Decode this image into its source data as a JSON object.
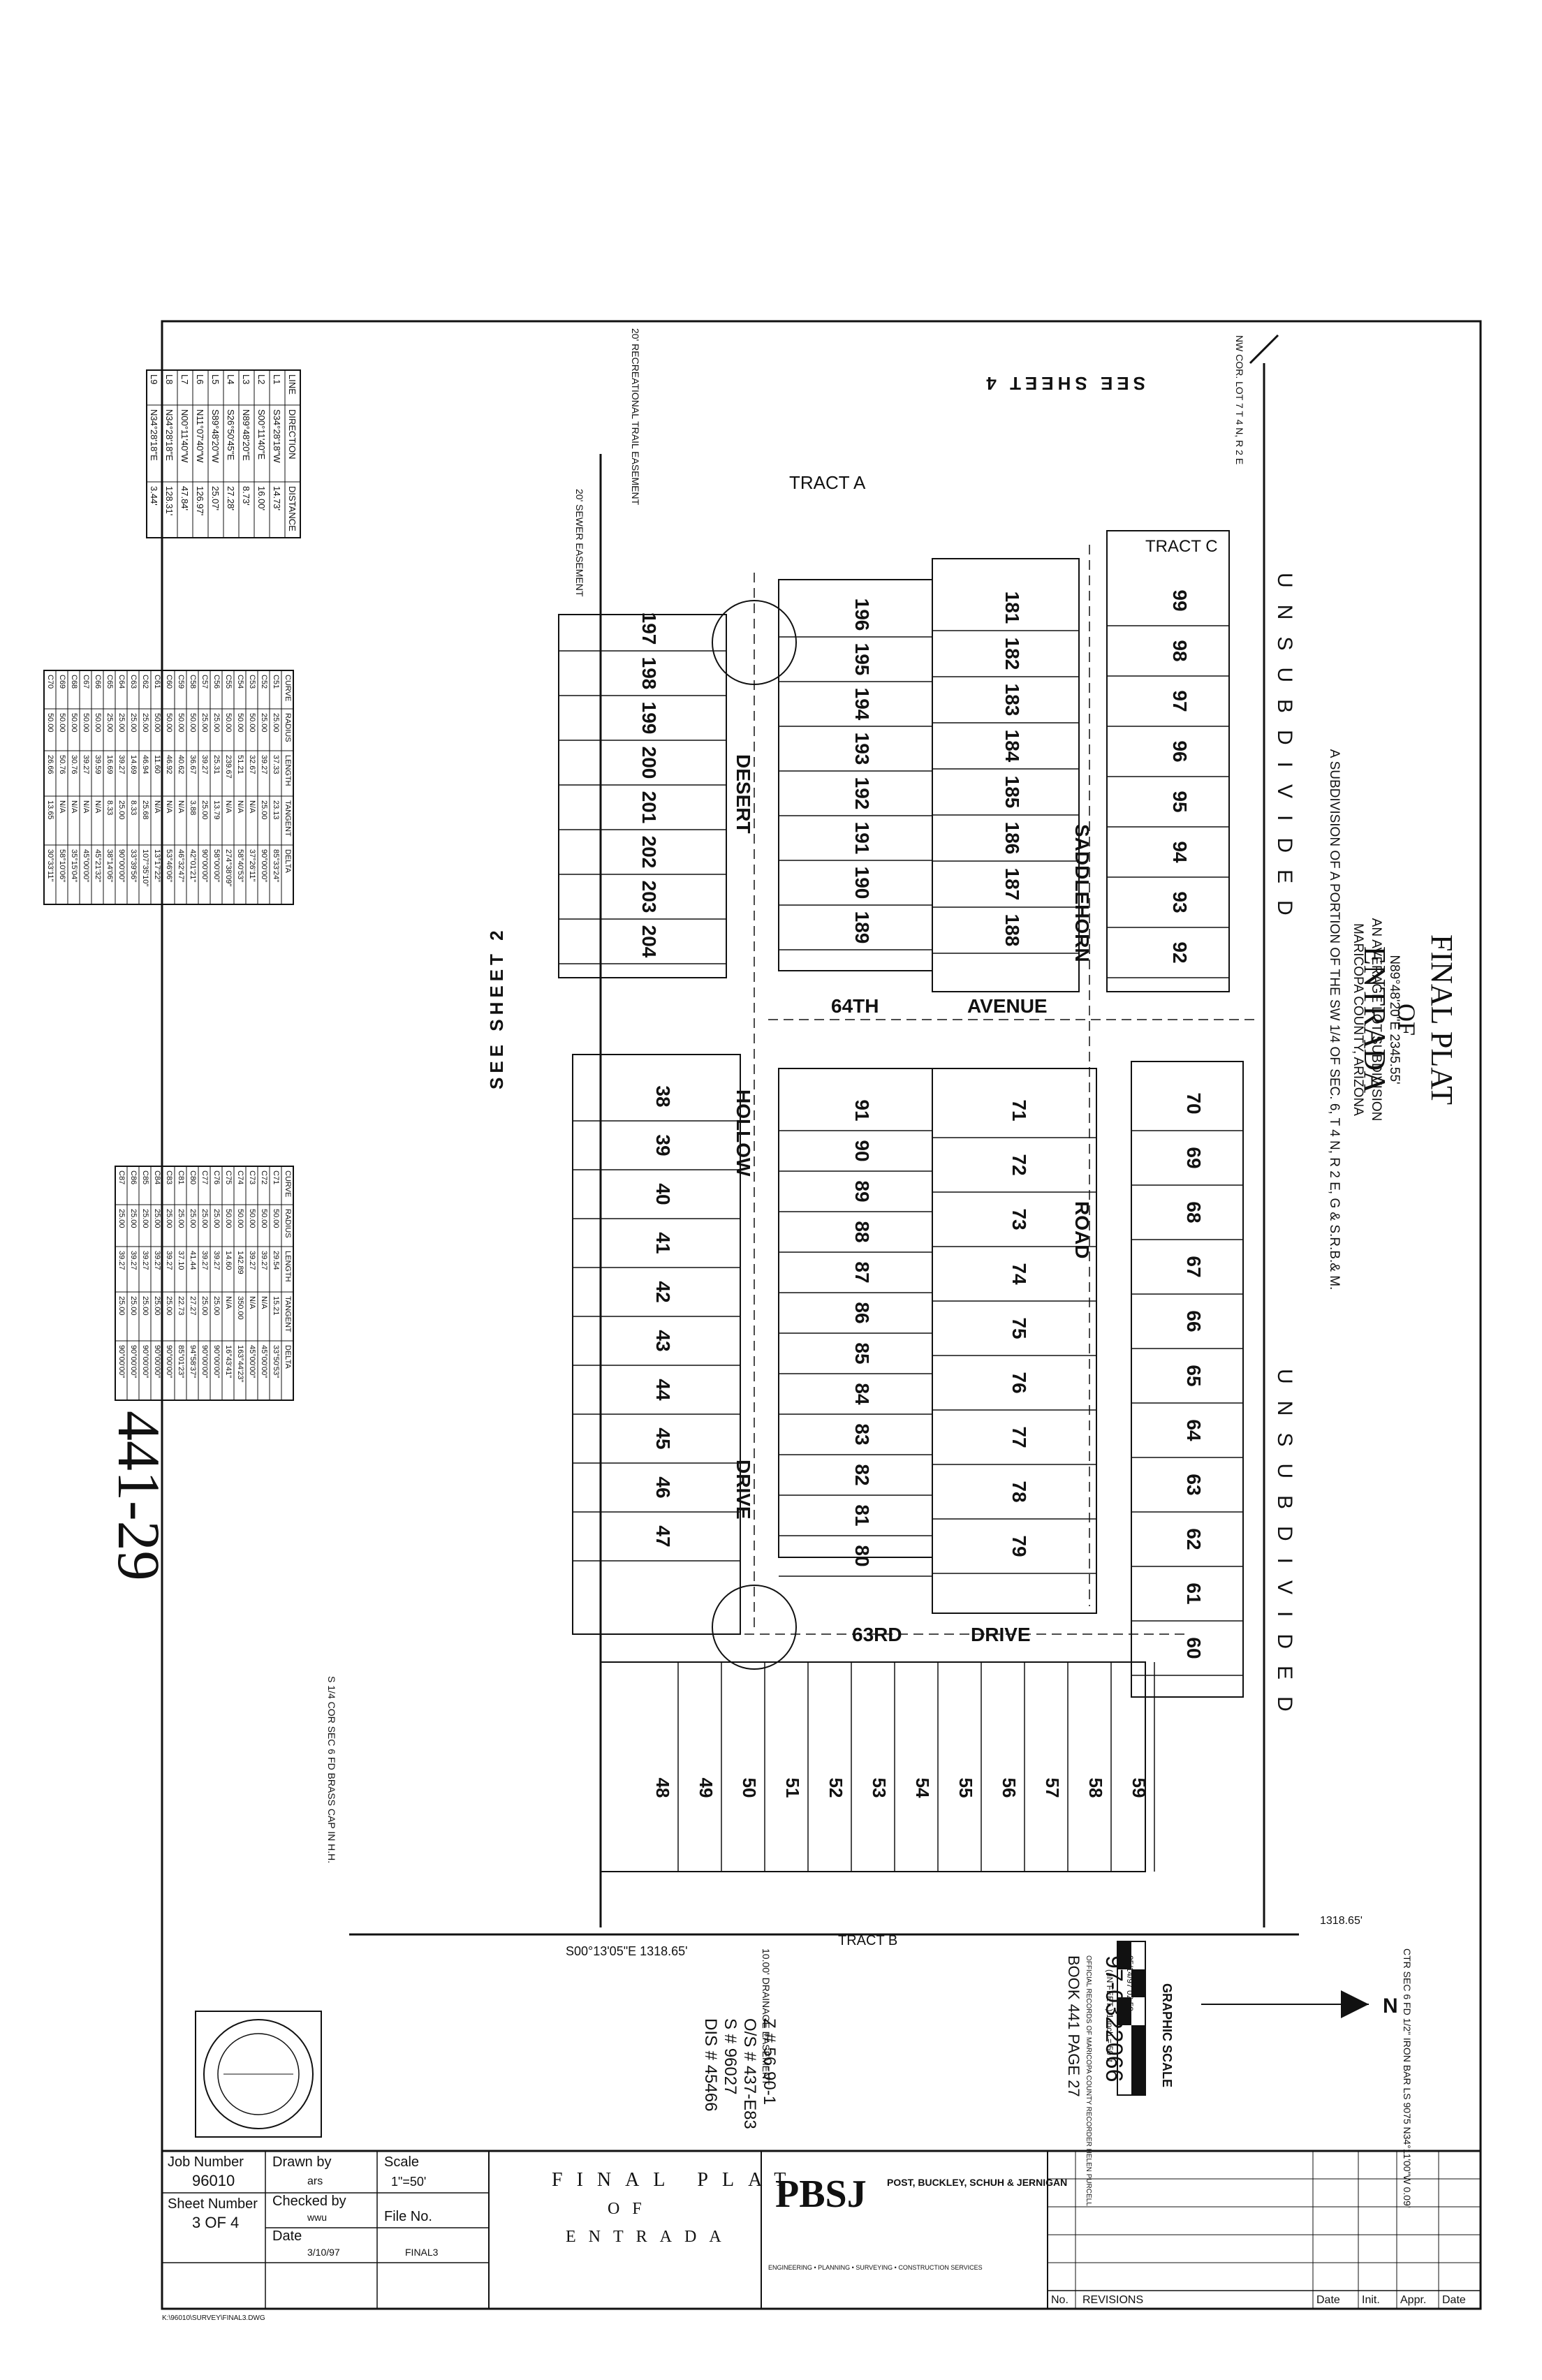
{
  "sheet": {
    "title_line1": "FINAL PLAT",
    "title_line2": "OF",
    "title_line3": "ENTRADA",
    "subtitle_1": "A SUBDIVISION OF A PORTION OF THE SW 1/4 OF SEC. 6, T 4 N, R 2 E, G & S.R.B.& M.",
    "subtitle_2": "MARICOPA COUNTY, ARIZONA",
    "subtitle_3": "AN AVERAGE LOT SUBDIVISION",
    "baseline_label": "N89°48'20\"E 2345.55'",
    "handwritten_number": "441-29"
  },
  "streets": {
    "saddlehorn": "SADDLEHORN",
    "road": "ROAD",
    "avenue_64th": "64TH",
    "avenue": "AVENUE",
    "desert": "DESERT",
    "hollow": "HOLLOW",
    "drive_vertical": "DRIVE",
    "drive_63rd": "63RD",
    "drive": "DRIVE"
  },
  "labels": {
    "unsubdivided_top": "UNSUBDIVIDED",
    "unsubdivided_bottom": "UNSUBDIVIDED",
    "tract_a": "TRACT A",
    "tract_b": "TRACT B",
    "tract_c": "TRACT C",
    "see_sheet_4": "SEE SHEET 4",
    "see_sheet_2": "SEE SHEET 2",
    "nw_cor": "NW COR. LOT 7 T 4 N, R 2 E",
    "rec_trail": "20' RECREATIONAL TRAIL EASEMENT",
    "sewer_easement": "20' SEWER EASEMENT",
    "drainage_easement": "10.00' DRAINAGE EASEMENT",
    "ctr_sec": "CTR SEC 6 FD 1/2\" IRON BAR LS 9075 N34°11'00\"W 0.09'",
    "quarter_cor": "S 1/4 COR SEC 6 FD BRASS CAP IN H.H.",
    "bearing_west": "S00°13'05\"E 1318.65'",
    "dist_east": "1318.65'",
    "graphic_scale": "GRAPHIC SCALE",
    "scale_note": "( IN FEET ) 1 inch = 50 ft.",
    "north": "N"
  },
  "recording": {
    "book": "BOOK 441 PAGE 27",
    "office": "OFFICIAL RECORDS OF MARICOPA COUNTY RECORDER HELEN PURCELL",
    "number": "97-0322066",
    "date": "05/14/97 02:59"
  },
  "refs": {
    "dis": "DIS # 45466",
    "s": "S # 96027",
    "os": "O/S # 437-E83",
    "z": "Z # 56-90-1"
  },
  "title_block": {
    "job_number_label": "Job Number",
    "job_number": "96010",
    "drawn_by_label": "Drawn by",
    "drawn_by": "ars",
    "scale_label": "Scale",
    "scale": "1\"=50'",
    "checked_by_label": "Checked by",
    "checked_by": "wwu",
    "sheet_number_label": "Sheet Number",
    "sheet_number": "3 OF 4",
    "date_label": "Date",
    "date": "3/10/97",
    "file_no_label": "File No.",
    "file_no": "FINAL3",
    "center_title_1": "FINAL PLAT",
    "center_title_2": "OF",
    "center_title_3": "ENTRADA",
    "firm_logo": "PBSJ",
    "firm_name": "POST, BUCKLEY, SCHUH & JERNIGAN",
    "firm_services": "ENGINEERING • PLANNING • SURVEYING • CONSTRUCTION SERVICES",
    "rev_no": "No.",
    "revisions": "REVISIONS",
    "rev_date": "Date",
    "rev_init": "Init.",
    "rev_appr": "Appr.",
    "rev_date2": "Date",
    "file_path": "K:\\96010\\SURVEY\\FINAL3.DWG"
  },
  "line_table": {
    "headers": [
      "LINE",
      "DIRECTION",
      "DISTANCE"
    ],
    "rows": [
      [
        "L1",
        "S34°28'18\"W",
        "14.73'"
      ],
      [
        "L2",
        "S00°11'40\"E",
        "16.00'"
      ],
      [
        "L3",
        "N89°48'20\"E",
        "8.73'"
      ],
      [
        "L4",
        "S26°50'45\"E",
        "27.28'"
      ],
      [
        "L5",
        "S89°48'20\"W",
        "25.07'"
      ],
      [
        "L6",
        "N11°07'40\"W",
        "126.97'"
      ],
      [
        "L7",
        "N00°11'40\"W",
        "47.84'"
      ],
      [
        "L8",
        "N34°28'18\"E",
        "128.31'"
      ],
      [
        "L9",
        "N34°28'18\"E",
        "3.44'"
      ]
    ]
  },
  "curve_table_1": {
    "headers": [
      "CURVE",
      "RADIUS",
      "LENGTH",
      "TANGENT",
      "DELTA"
    ],
    "rows": [
      [
        "C51",
        "25.00",
        "37.33",
        "23.13",
        "85°33'24\""
      ],
      [
        "C52",
        "25.00",
        "39.27",
        "25.00",
        "90°00'00\""
      ],
      [
        "C53",
        "50.00",
        "32.67",
        "N/A",
        "37°26'11\""
      ],
      [
        "C54",
        "50.00",
        "51.21",
        "N/A",
        "58°40'53\""
      ],
      [
        "C55",
        "50.00",
        "239.67",
        "N/A",
        "274°38'09\""
      ],
      [
        "C56",
        "25.00",
        "25.31",
        "13.79",
        "58°00'00\""
      ],
      [
        "C57",
        "25.00",
        "39.27",
        "25.00",
        "90°00'00\""
      ],
      [
        "C58",
        "50.00",
        "36.67",
        "3.88",
        "42°01'21\""
      ],
      [
        "C59",
        "50.00",
        "40.62",
        "N/A",
        "46°32'47\""
      ],
      [
        "C60",
        "50.00",
        "46.92",
        "N/A",
        "53°46'06\""
      ],
      [
        "C61",
        "50.00",
        "11.60",
        "N/A",
        "13°17'22\""
      ],
      [
        "C62",
        "25.00",
        "46.94",
        "25.68",
        "107°35'10\""
      ],
      [
        "C63",
        "25.00",
        "14.69",
        "8.33",
        "33°39'56\""
      ],
      [
        "C64",
        "25.00",
        "39.27",
        "25.00",
        "90°00'00\""
      ],
      [
        "C65",
        "25.00",
        "16.69",
        "8.33",
        "38°14'06\""
      ],
      [
        "C66",
        "50.00",
        "39.59",
        "N/A",
        "45°21'32\""
      ],
      [
        "C67",
        "50.00",
        "39.27",
        "N/A",
        "45°00'00\""
      ],
      [
        "C68",
        "50.00",
        "30.76",
        "N/A",
        "35°15'04\""
      ],
      [
        "C69",
        "50.00",
        "50.76",
        "N/A",
        "58°10'06\""
      ],
      [
        "C70",
        "50.00",
        "26.66",
        "13.65",
        "30°33'11\""
      ]
    ]
  },
  "curve_table_2": {
    "headers": [
      "CURVE",
      "RADIUS",
      "LENGTH",
      "TANGENT",
      "DELTA"
    ],
    "rows": [
      [
        "C71",
        "50.00",
        "29.54",
        "15.21",
        "33°50'53\""
      ],
      [
        "C72",
        "50.00",
        "39.27",
        "N/A",
        "45°00'00\""
      ],
      [
        "C73",
        "50.00",
        "39.27",
        "N/A",
        "45°00'00\""
      ],
      [
        "C74",
        "50.00",
        "142.89",
        "350.00",
        "163°44'23\""
      ],
      [
        "C75",
        "50.00",
        "14.60",
        "N/A",
        "16°43'41\""
      ],
      [
        "C76",
        "25.00",
        "39.27",
        "25.00",
        "90°00'00\""
      ],
      [
        "C77",
        "25.00",
        "39.27",
        "25.00",
        "90°00'00\""
      ],
      [
        "C80",
        "25.00",
        "41.44",
        "27.27",
        "94°58'37\""
      ],
      [
        "C81",
        "25.00",
        "37.10",
        "22.73",
        "85°01'23\""
      ],
      [
        "C83",
        "25.00",
        "39.27",
        "25.00",
        "90°00'00\""
      ],
      [
        "C84",
        "25.00",
        "39.27",
        "25.00",
        "90°00'00\""
      ],
      [
        "C85",
        "25.00",
        "39.27",
        "25.00",
        "90°00'00\""
      ],
      [
        "C86",
        "25.00",
        "39.27",
        "25.00",
        "90°00'00\""
      ],
      [
        "C87",
        "25.00",
        "39.27",
        "25.00",
        "90°00'00\""
      ]
    ]
  },
  "lots_north": [
    "99",
    "98",
    "97",
    "96",
    "95",
    "94",
    "93",
    "92"
  ],
  "lots_north_center": [
    "181",
    "182",
    "183",
    "184",
    "185",
    "186",
    "187",
    "188"
  ],
  "lots_north_inner": [
    "196",
    "195",
    "194",
    "193",
    "192",
    "191",
    "190",
    "189"
  ],
  "lots_northwest": [
    "197",
    "198",
    "199",
    "200",
    "201",
    "202",
    "203",
    "204"
  ],
  "lots_south_outer": [
    "70",
    "69",
    "68",
    "67",
    "66",
    "65",
    "64",
    "63",
    "62",
    "61",
    "60"
  ],
  "lots_south_road": [
    "71",
    "72",
    "73",
    "74",
    "75",
    "76",
    "77",
    "78",
    "79"
  ],
  "lots_south_inner": [
    "91",
    "90",
    "89",
    "88",
    "87",
    "86",
    "85",
    "84",
    "83",
    "82",
    "81",
    "80"
  ],
  "lots_southwest": [
    "38",
    "39",
    "40",
    "41",
    "42",
    "43",
    "44",
    "45",
    "46",
    "47"
  ],
  "lots_bottom": [
    "48",
    "49",
    "50",
    "51",
    "52",
    "53",
    "54",
    "55",
    "56",
    "57",
    "58",
    "59"
  ]
}
